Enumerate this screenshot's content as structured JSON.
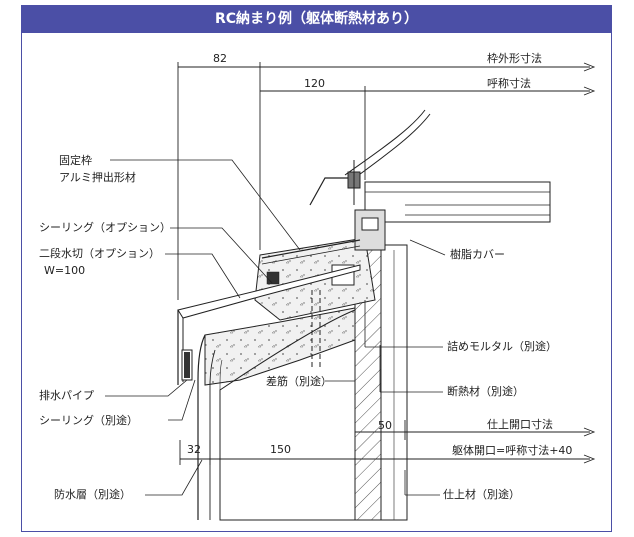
{
  "title": "RC納まり例（躯体断熱材あり）",
  "dimensions": {
    "d82": "82",
    "d120": "120",
    "d50": "50",
    "d32": "32",
    "d150": "150"
  },
  "labels": {
    "frame_outer": "枠外形寸法",
    "nominal": "呼称寸法",
    "fixed_frame_line1": "固定枠",
    "fixed_frame_line2": "アルミ押出形材",
    "sealing_option": "シーリング（オプション）",
    "two_step_line1": "二段水切（オプション）",
    "two_step_line2": "W=100",
    "resin_cover": "樹脂カバー",
    "mortar": "詰めモルタル（別途）",
    "rebar": "差筋（別途）",
    "insulation": "断熱材（別途）",
    "drain_pipe": "排水パイプ",
    "sealing_separate": "シーリング（別途）",
    "finish_opening": "仕上開口寸法",
    "body_opening": "躯体開口=呼称寸法+40",
    "waterproof": "防水層（別途）",
    "finish_material": "仕上材（別途）"
  },
  "colors": {
    "accent": "#4b4fa6",
    "line": "#222222",
    "concrete": "#eeeeee"
  }
}
